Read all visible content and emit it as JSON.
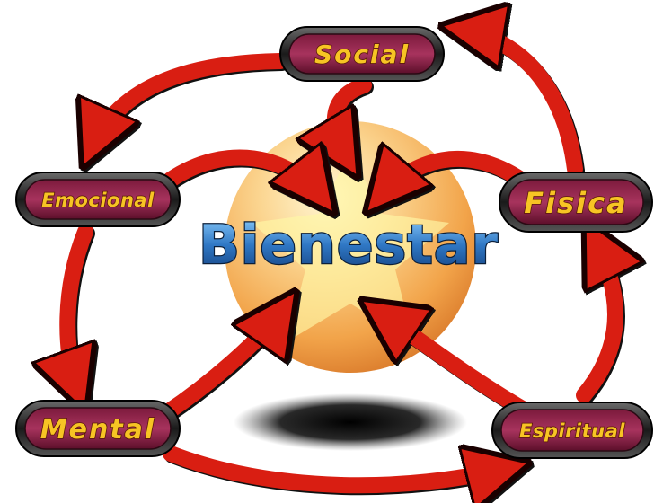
{
  "diagram": {
    "center_label": "Bienestar",
    "nodes": {
      "social": "Social",
      "emocional": "Emocional",
      "fisica": "Fisica",
      "mental": "Mental",
      "espiritual": "Espiritual"
    }
  },
  "colors": {
    "arrow": "#d91e12",
    "node_text": "#f7c424",
    "center_text": "#3f8fd6"
  }
}
